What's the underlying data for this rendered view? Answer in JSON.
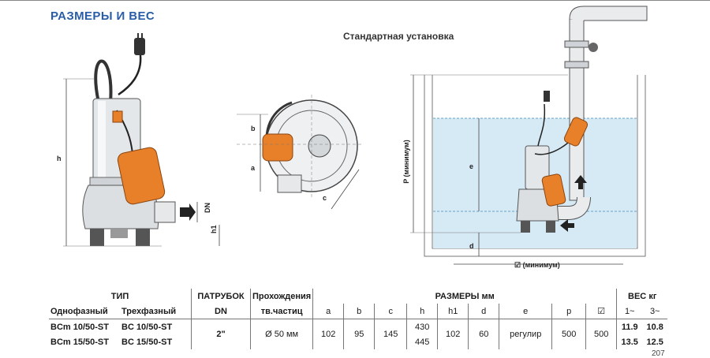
{
  "header": {
    "title": "РАЗМЕРЫ И ВЕС",
    "subtitle": "Стандартная установка"
  },
  "drawing_labels": {
    "h": "h",
    "dn": "DN",
    "h1": "h1",
    "a": "a",
    "b": "b",
    "c": "c",
    "p": "P (минимум)",
    "e": "e",
    "d": "d",
    "min_side": "☑ (минимум)"
  },
  "table": {
    "h_type": "ТИП",
    "h_single": "Однофазный",
    "h_three": "Трехфазный",
    "h_outlet": "ПАТРУБОК",
    "h_outlet_dn": "DN",
    "h_passage": "Прохождения",
    "h_passage2": "тв.частиц",
    "h_dims": "РАЗМЕРЫ",
    "h_dims_unit": "мм",
    "h_weight": "ВЕС",
    "h_weight_unit": "кг",
    "cols": [
      "a",
      "b",
      "c",
      "h",
      "h1",
      "d",
      "e",
      "p",
      "☑"
    ],
    "w1": "1~",
    "w3": "3~",
    "rows": [
      {
        "single": "BCm 10/50-ST",
        "three": "BC 10/50-ST",
        "h": "430",
        "w1": "11.9",
        "w3": "10.8"
      },
      {
        "single": "BCm 15/50-ST",
        "three": "BC 15/50-ST",
        "h": "445",
        "w1": "13.5",
        "w3": "12.5"
      }
    ],
    "shared": {
      "dn": "2\"",
      "passage": "Ø 50 мм",
      "a": "102",
      "b": "95",
      "c": "145",
      "h1": "102",
      "d": "60",
      "e": "регулир",
      "p": "500",
      "sq": "500"
    }
  },
  "page_number": "207"
}
